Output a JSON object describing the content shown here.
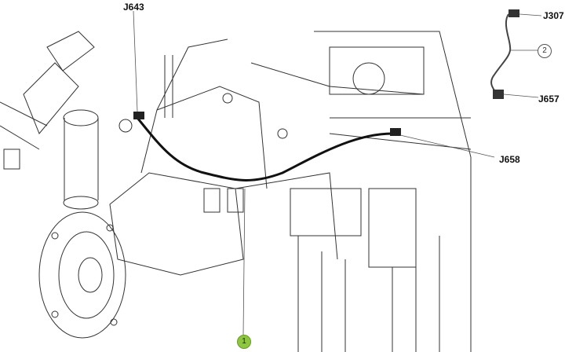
{
  "diagram": {
    "type": "technical-harness-illustration",
    "connectors": [
      {
        "id": "J643",
        "label": "J643"
      },
      {
        "id": "J658",
        "label": "J658"
      },
      {
        "id": "J307",
        "label": "J307"
      },
      {
        "id": "J657",
        "label": "J657"
      }
    ],
    "callouts": [
      {
        "number": "1",
        "color": "#8dc63f"
      },
      {
        "number": "2",
        "color": "#ffffff"
      }
    ],
    "harness_color": "#111111"
  }
}
